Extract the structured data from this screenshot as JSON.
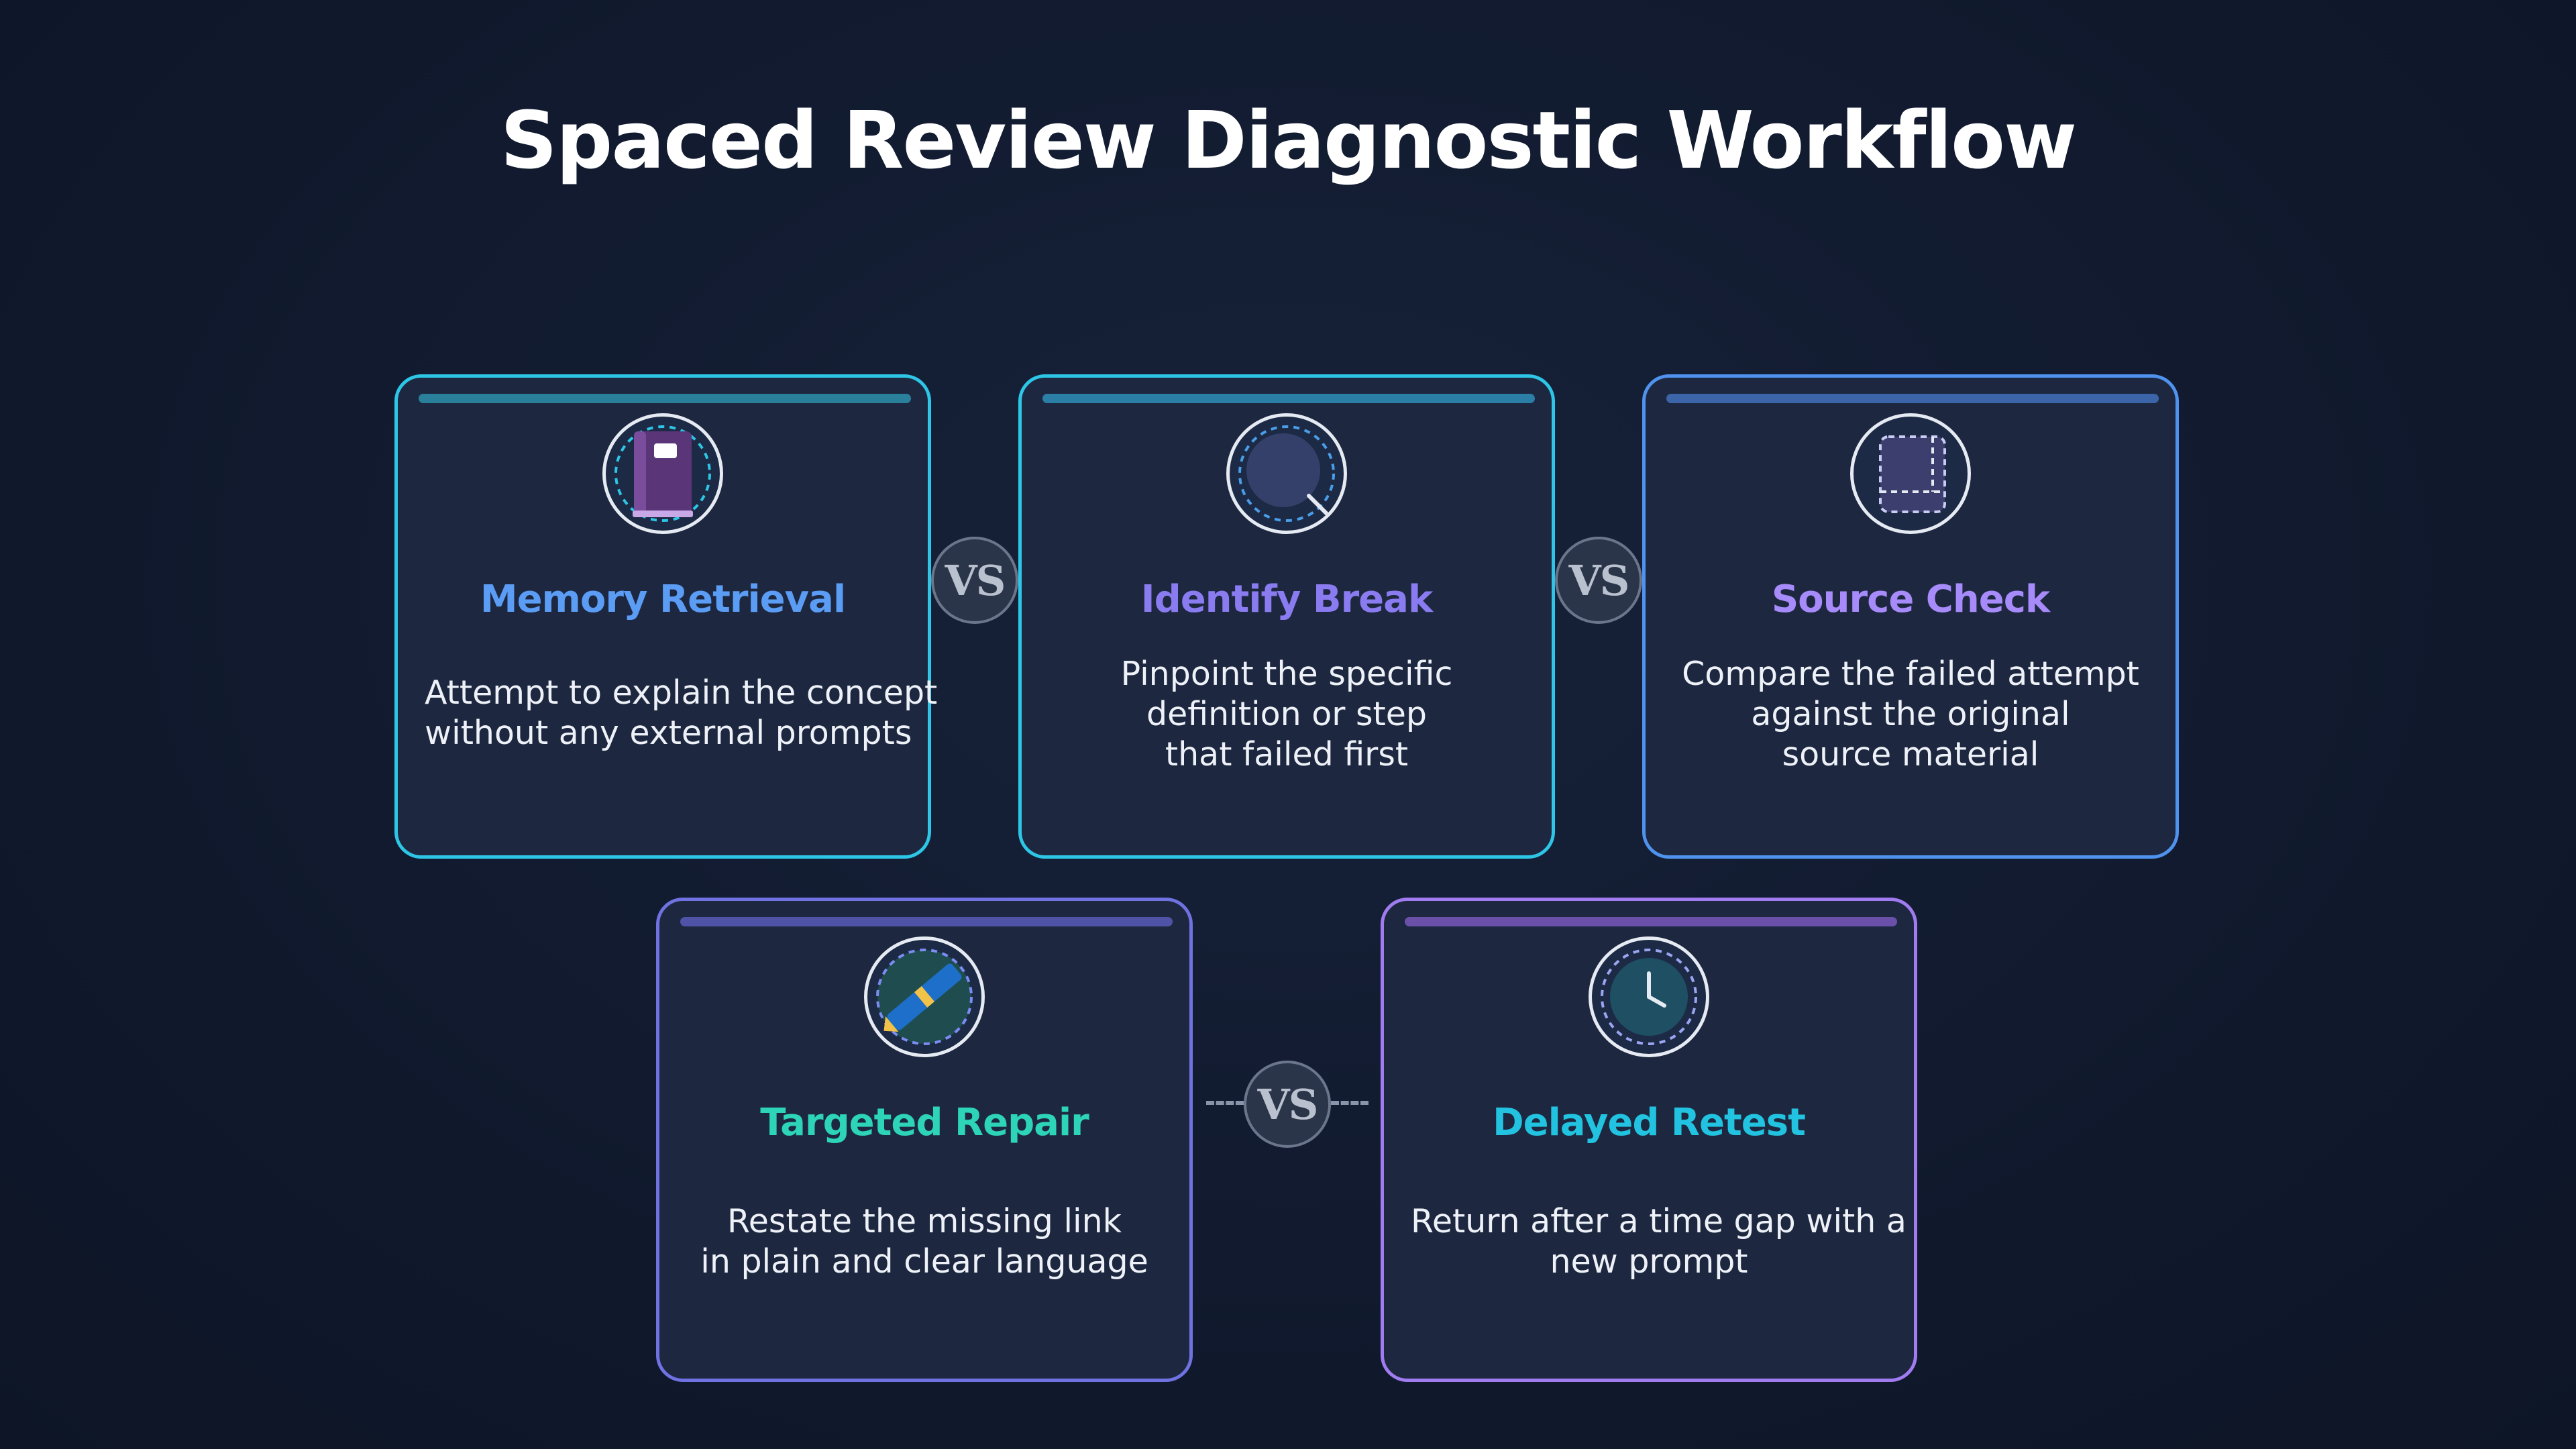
{
  "title": "Spaced Review Diagnostic Workflow",
  "vs_label": "VS",
  "colors": {
    "background": "#111a2e",
    "card_fill": "#1d2840",
    "cyan": "#2ec6e6",
    "blue": "#5b8ff0",
    "violet": "#8a7cf0",
    "teal": "#2dd4b8",
    "purple": "#a78bfa"
  },
  "steps": [
    {
      "title": "Memory Retrieval",
      "description_lines": [
        "Attempt to explain the concept",
        "without any external prompts"
      ],
      "icon": "notebook-icon",
      "title_color": "#5b9cf5"
    },
    {
      "title": "Identify Break",
      "description_lines": [
        "Pinpoint the specific",
        "definition or step",
        "that failed first"
      ],
      "icon": "magnifier-icon",
      "title_color": "#8a7cf0"
    },
    {
      "title": "Source Check",
      "description_lines": [
        "Compare the failed attempt",
        "against the original",
        "source material"
      ],
      "icon": "document-icon",
      "title_color": "#a78bfa"
    },
    {
      "title": "Targeted Repair",
      "description_lines": [
        "Restate the missing link",
        "in plain and clear language"
      ],
      "icon": "pencil-icon",
      "title_color": "#2dd4b8"
    },
    {
      "title": "Delayed Retest",
      "description_lines": [
        "Return after a time gap with a",
        "new prompt"
      ],
      "icon": "clock-icon",
      "title_color": "#22c3e0"
    }
  ]
}
